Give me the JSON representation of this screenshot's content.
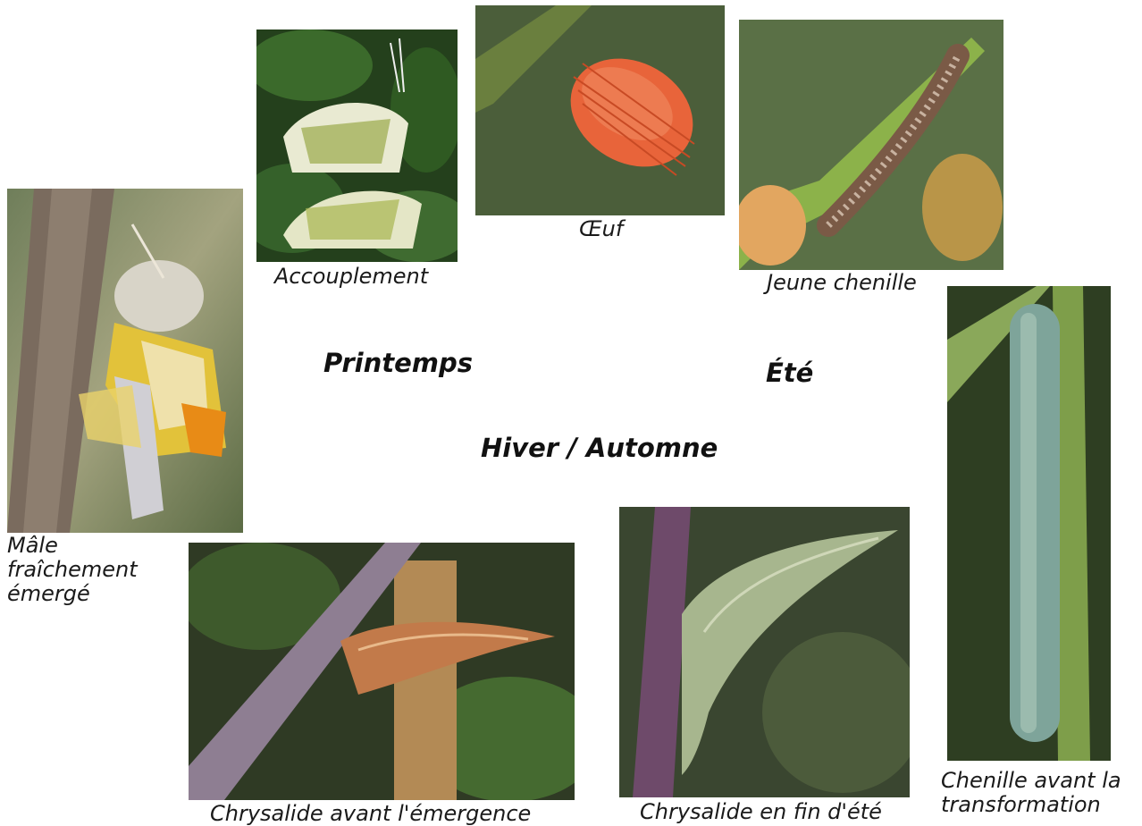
{
  "seasons": {
    "spring": "Printemps",
    "summer": "Été",
    "winter_autumn": "Hiver / Automne"
  },
  "stages": {
    "male": "Mâle fraîchement émergé",
    "mating": "Accouplement",
    "egg": "Œuf",
    "young_caterpillar": "Jeune chenille",
    "caterpillar_before": "Chenille avant la transformation",
    "chrysalis_late_summer": "Chrysalide en fin d'été",
    "chrysalis_before": "Chrysalide avant l'émergence"
  },
  "colors": {
    "background": "#ffffff",
    "egg": "#e8643a",
    "wing_orange": "#e88b16",
    "foliage": "#3a6b2a",
    "stem_purple": "#7a5a78"
  }
}
